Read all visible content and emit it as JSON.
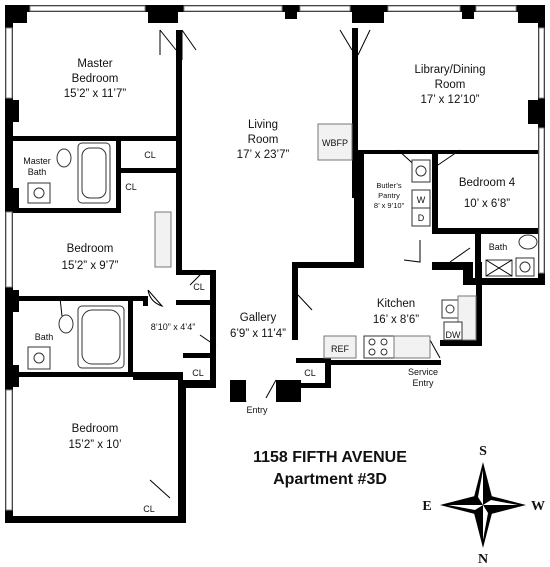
{
  "rooms": {
    "master_bedroom": {
      "name_line1": "Master",
      "name_line2": "Bedroom",
      "dims": "15’2” x 11’7”"
    },
    "living_room": {
      "name_line1": "Living",
      "name_line2": "Room",
      "dims": "17’ x 23’7”"
    },
    "library_dining": {
      "name_line1": "Library/Dining",
      "name_line2": "Room",
      "dims": "17’ x 12’10”"
    },
    "master_bath": {
      "name_line1": "Master",
      "name_line2": "Bath"
    },
    "bedroom_4": {
      "name": "Bedroom 4",
      "dims": "10’ x 6’8”"
    },
    "butlers_pantry": {
      "name_line1": "Butler’s",
      "name_line2": "Pantry",
      "dims": "8’ x 9’10”"
    },
    "bedroom_middle": {
      "name": "Bedroom",
      "dims": "15’2” x 9’7”"
    },
    "bath_left": {
      "name": "Bath"
    },
    "bath_right": {
      "name": "Bath"
    },
    "hall_dims": "8’10” x 4’4”",
    "gallery": {
      "name": "Gallery",
      "dims": "6’9” x 11’4”"
    },
    "kitchen": {
      "name": "Kitchen",
      "dims": "16’ x 8’6”"
    },
    "bedroom_bottom": {
      "name": "Bedroom",
      "dims": "15’2” x 10’"
    }
  },
  "fixtures": {
    "closet": "CL",
    "fireplace": "WBFP",
    "washer": "W",
    "dryer": "D",
    "refrigerator": "REF",
    "dishwasher": "DW"
  },
  "entries": {
    "main": "Entry",
    "service_line1": "Service",
    "service_line2": "Entry"
  },
  "title": {
    "address": "1158 FIFTH AVENUE",
    "unit": "Apartment #3D"
  },
  "compass": {
    "north": "N",
    "south": "S",
    "east": "E",
    "west": "W"
  }
}
